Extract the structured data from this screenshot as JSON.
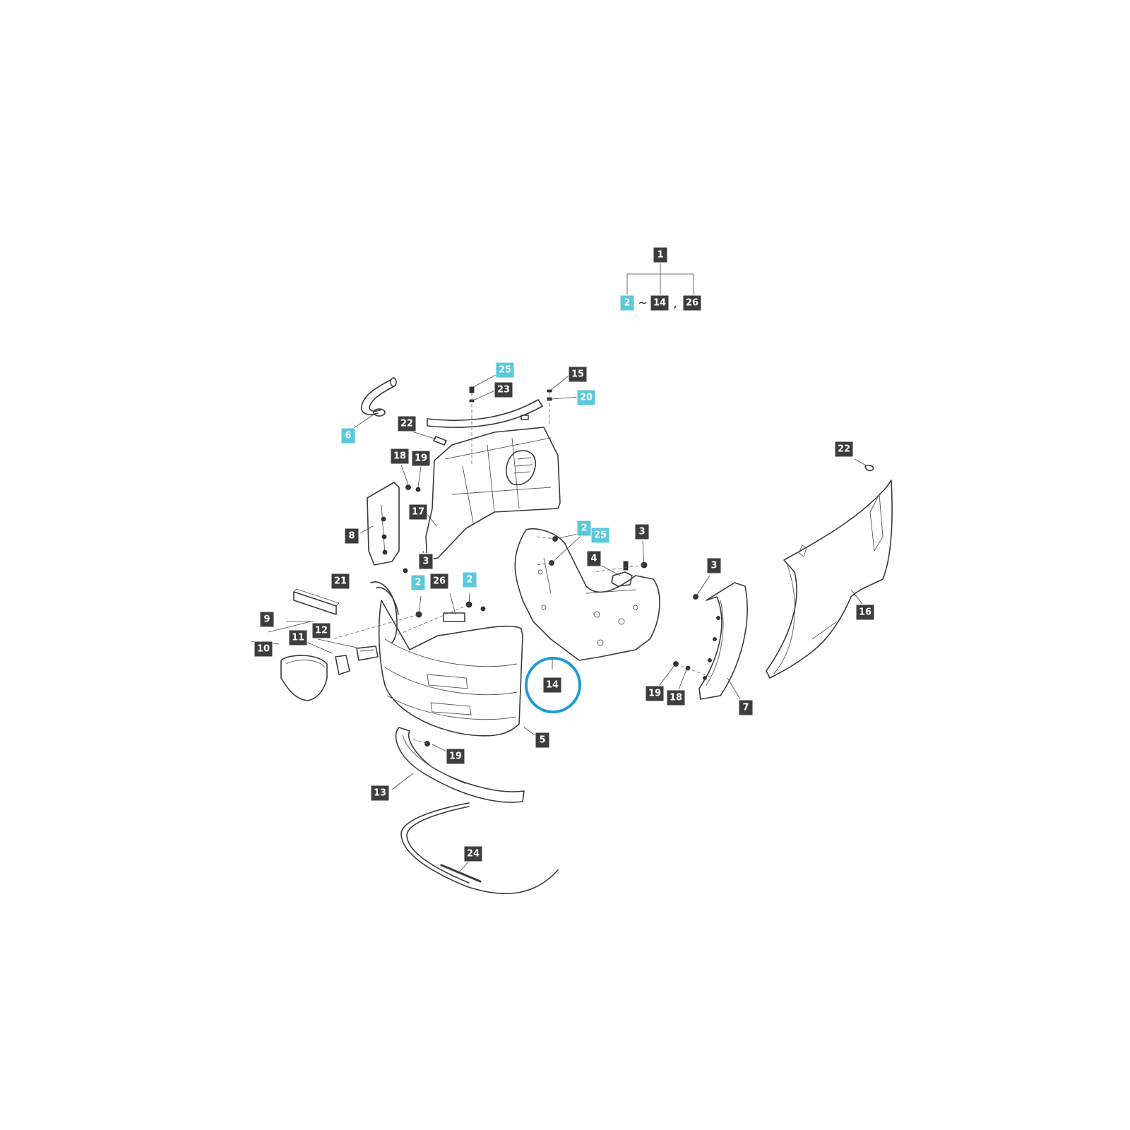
{
  "callout_colors": {
    "dark": "#3d3d3d",
    "highlight": "#5bc8dc",
    "ring": "#1a9bd7"
  },
  "assembly_legend": {
    "parent": "1",
    "range_start": "2",
    "range_separator": "~",
    "range_end": "14",
    "list_separator": ",",
    "extra": "26"
  },
  "callouts": [
    {
      "id": "c-25-top",
      "label": "25",
      "style": "highlight"
    },
    {
      "id": "c-23",
      "label": "23",
      "style": "dark"
    },
    {
      "id": "c-15",
      "label": "15",
      "style": "dark"
    },
    {
      "id": "c-20",
      "label": "20",
      "style": "highlight"
    },
    {
      "id": "c-6",
      "label": "6",
      "style": "highlight"
    },
    {
      "id": "c-22-left",
      "label": "22",
      "style": "dark"
    },
    {
      "id": "c-18-top",
      "label": "18",
      "style": "dark"
    },
    {
      "id": "c-19-top",
      "label": "19",
      "style": "dark"
    },
    {
      "id": "c-17",
      "label": "17",
      "style": "dark"
    },
    {
      "id": "c-8",
      "label": "8",
      "style": "dark"
    },
    {
      "id": "c-3-left",
      "label": "3",
      "style": "dark"
    },
    {
      "id": "c-2-mid",
      "label": "2",
      "style": "highlight"
    },
    {
      "id": "c-25-mid",
      "label": "25",
      "style": "highlight"
    },
    {
      "id": "c-3-mid",
      "label": "3",
      "style": "dark"
    },
    {
      "id": "c-4",
      "label": "4",
      "style": "dark"
    },
    {
      "id": "c-22-right",
      "label": "22",
      "style": "dark"
    },
    {
      "id": "c-3-right",
      "label": "3",
      "style": "dark"
    },
    {
      "id": "c-16",
      "label": "16",
      "style": "dark"
    },
    {
      "id": "c-21",
      "label": "21",
      "style": "dark"
    },
    {
      "id": "c-2-left",
      "label": "2",
      "style": "highlight"
    },
    {
      "id": "c-26",
      "label": "26",
      "style": "dark"
    },
    {
      "id": "c-2-right",
      "label": "2",
      "style": "highlight"
    },
    {
      "id": "c-9",
      "label": "9",
      "style": "dark"
    },
    {
      "id": "c-11",
      "label": "11",
      "style": "dark"
    },
    {
      "id": "c-12",
      "label": "12",
      "style": "dark"
    },
    {
      "id": "c-10",
      "label": "10",
      "style": "dark"
    },
    {
      "id": "c-14",
      "label": "14",
      "style": "dark"
    },
    {
      "id": "c-19-right",
      "label": "19",
      "style": "dark"
    },
    {
      "id": "c-18-right",
      "label": "18",
      "style": "dark"
    },
    {
      "id": "c-7",
      "label": "7",
      "style": "dark"
    },
    {
      "id": "c-5",
      "label": "5",
      "style": "dark"
    },
    {
      "id": "c-19-bottom",
      "label": "19",
      "style": "dark"
    },
    {
      "id": "c-13",
      "label": "13",
      "style": "dark"
    },
    {
      "id": "c-24",
      "label": "24",
      "style": "dark"
    }
  ]
}
